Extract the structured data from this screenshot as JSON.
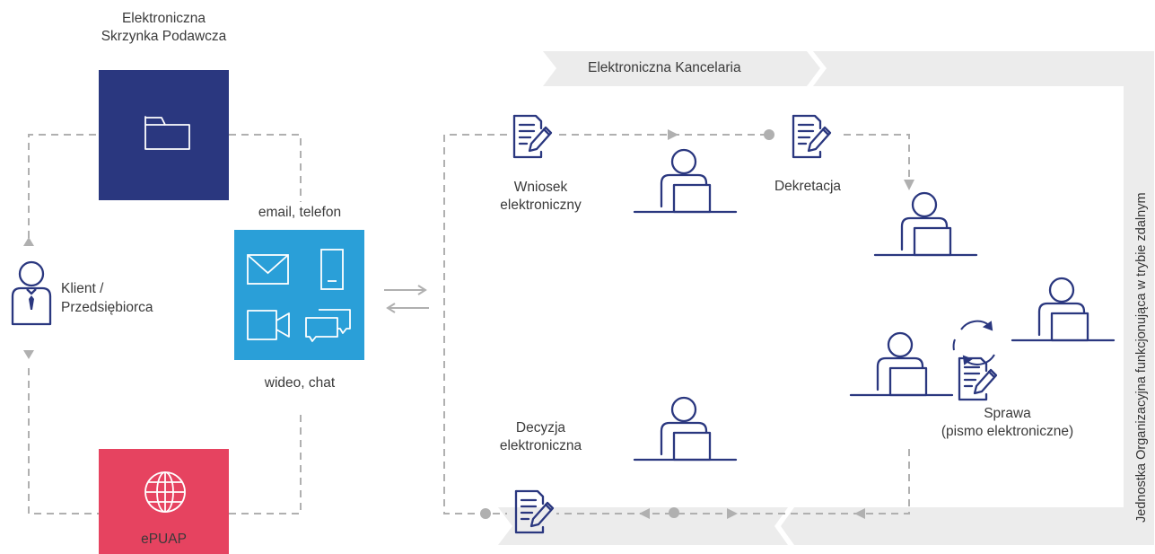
{
  "channels": {
    "esp_line1": "Elektroniczna",
    "esp_line2": "Skrzynka Podawcza",
    "email_tel": "email, telefon",
    "video_chat": "wideo, chat",
    "epuap": "ePUAP",
    "colors": {
      "esp": "#2a377f",
      "contact": "#2a9fd8",
      "epuap": "#e64360"
    }
  },
  "client": {
    "line1": "Klient /",
    "line2": "Przedsiębiorca"
  },
  "kancelaria": {
    "banner": "Elektroniczna Kancelaria",
    "side_label": "Jednostka Organizacyjna funkcjonująca w trybie zdalnym"
  },
  "steps": {
    "wniosek_line1": "Wniosek",
    "wniosek_line2": "elektroniczny",
    "dekretacja": "Dekretacja",
    "sprawa_line1": "Sprawa",
    "sprawa_line2": "(pismo elektroniczne)",
    "decyzja_line1": "Decyzja",
    "decyzja_line2": "elektroniczna"
  },
  "icons": {
    "esp": "folder-icon",
    "client": "person-icon",
    "email": "envelope-icon",
    "phone": "phone-icon",
    "video": "video-camera-icon",
    "chat": "chat-icon",
    "epuap": "globe-icon",
    "document": "document-pen-icon",
    "worker": "worker-at-laptop-icon",
    "cycle": "cycle-arrows-icon"
  }
}
